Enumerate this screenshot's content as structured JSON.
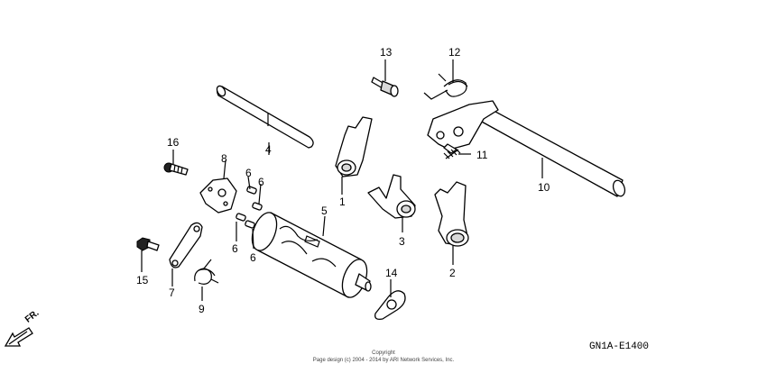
{
  "diagram": {
    "callouts": [
      {
        "id": "c1",
        "label": "1"
      },
      {
        "id": "c2",
        "label": "2"
      },
      {
        "id": "c3",
        "label": "3"
      },
      {
        "id": "c4",
        "label": "4"
      },
      {
        "id": "c5",
        "label": "5"
      },
      {
        "id": "c6a",
        "label": "6"
      },
      {
        "id": "c6b",
        "label": "6"
      },
      {
        "id": "c6c",
        "label": "6"
      },
      {
        "id": "c6d",
        "label": "6"
      },
      {
        "id": "c7",
        "label": "7"
      },
      {
        "id": "c8",
        "label": "8"
      },
      {
        "id": "c9",
        "label": "9"
      },
      {
        "id": "c10",
        "label": "10"
      },
      {
        "id": "c11",
        "label": "11"
      },
      {
        "id": "c12",
        "label": "12"
      },
      {
        "id": "c13",
        "label": "13"
      },
      {
        "id": "c14",
        "label": "14"
      },
      {
        "id": "c15",
        "label": "15"
      },
      {
        "id": "c16",
        "label": "16"
      }
    ],
    "direction_label": "FR.",
    "diagram_code": "GN1A-E1400",
    "copyright_line1": "Copyright",
    "copyright_line2": "Page design (c) 2004 - 2014 by ARI Network Services, Inc."
  },
  "colors": {
    "line": "#000000",
    "background": "#ffffff",
    "part_fill": "#ffffff",
    "shade_fill": "#d8d8d8"
  }
}
